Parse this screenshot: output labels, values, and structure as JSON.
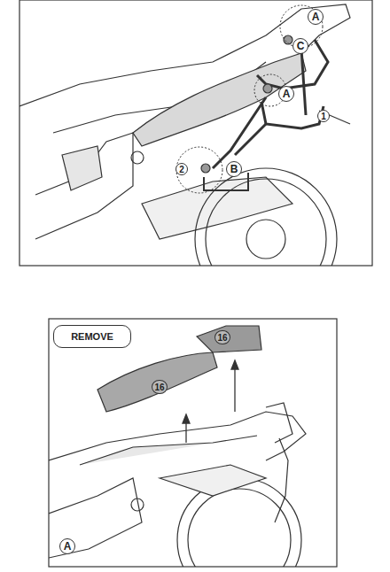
{
  "diagram": {
    "nodes": [
      {
        "text": [
          "REMOVE"
        ]
      }
    ],
    "labels": [
      "A",
      "C",
      "A",
      "1",
      "2",
      "B",
      "16",
      "16",
      "A"
    ]
  }
}
